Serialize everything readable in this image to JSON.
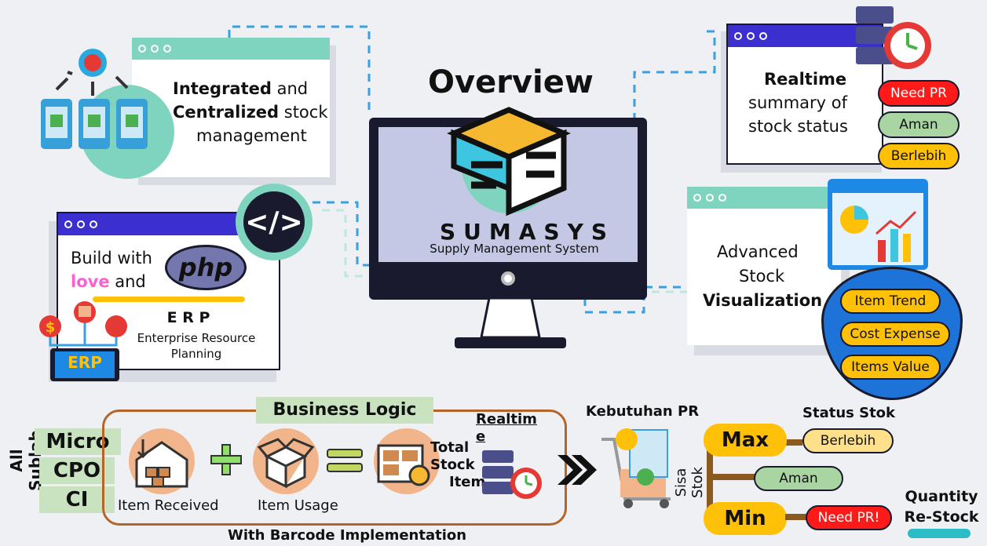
{
  "title": "Overview",
  "brand": {
    "name": "SUMASYS",
    "tagline": "Supply Management System"
  },
  "integrated": {
    "bold1": "Integrated",
    "rest1": " and",
    "bold2": "Centralized",
    "rest2": " stock",
    "line3": "management"
  },
  "realtime": {
    "bold": "Realtime",
    "line2": "summary of",
    "line3": "stock status",
    "badges": [
      "Need PR",
      "Aman",
      "Berlebih"
    ]
  },
  "php": {
    "line1": "Build with",
    "love": "love",
    "and": " and",
    "logo": "php",
    "erp_title": "E R P",
    "erp_sub1": "Enterprise Resource",
    "erp_sub2": "Planning",
    "erp_icon": "ERP"
  },
  "advanced": {
    "line1": "Advanced",
    "line2": "Stock",
    "bold": "Visualization",
    "badges": [
      "Item Trend",
      "Cost Expense",
      "Items Value"
    ]
  },
  "business": {
    "side_label": "All Sublab",
    "sublabs": [
      "Micro",
      "CPO",
      "CI"
    ],
    "title": "Business Logic",
    "item_received": "Item Received",
    "item_usage": "Item Usage",
    "total": [
      "Total",
      "Stock",
      "Item"
    ],
    "realtime": "Realtim",
    "realtime_e": "e",
    "footer": "With Barcode Implementation"
  },
  "status": {
    "kebutuhan": "Kebutuhan PR",
    "status_stok": "Status Stok",
    "sisa_stok": "Sisa Stok",
    "max": "Max",
    "min": "Min",
    "berlebih": "Berlebih",
    "aman": "Aman",
    "need_pr": "Need PR!",
    "qty1": "Quantity",
    "qty2": "Re-Stock"
  },
  "colors": {
    "teal": "#7fd4bf",
    "navy": "#1a1a2e",
    "purple": "#3b2fd0",
    "yellow": "#ffc107",
    "red": "#ff1a1a",
    "green": "#a8d5a2",
    "peach": "#f2b48a",
    "lightgreen": "#c9e3c1"
  }
}
